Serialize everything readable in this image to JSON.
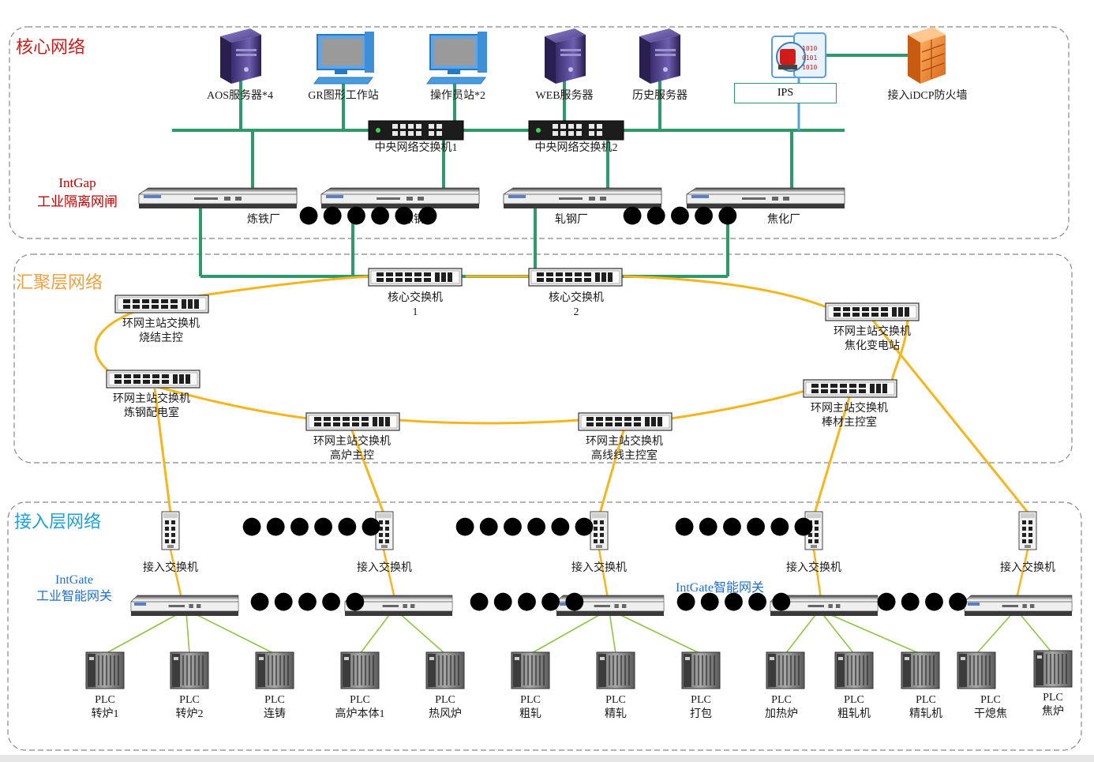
{
  "zones": {
    "core": "核心网络",
    "aggregation": "汇聚层网络",
    "access": "接入层网络"
  },
  "colors": {
    "core_title": "#d11a1a",
    "aggregation_title": "#f0a040",
    "access_title": "#1fa0d8",
    "core_bus": "#2e9a6b",
    "ring": "#f5b51c",
    "plc_links": "#8dc63f",
    "ips_link": "#5aa0e0"
  },
  "core": {
    "servers": [
      "AOS服务器*4",
      "GR图形工作站",
      "操作员站*2",
      "WEB服务器",
      "历史服务器"
    ],
    "ips": "IPS",
    "firewall": "接入iDCP防火墙",
    "central_switches": [
      "中央网络交换机1",
      "中央网络交换机2"
    ],
    "intgap_title": "IntGap",
    "intgap_subtitle": "工业隔离网闸",
    "plants": [
      "炼铁厂",
      "炼钢厂",
      "轧钢厂",
      "焦化厂"
    ]
  },
  "aggregation": {
    "core_switch_1": [
      "核心交换机",
      "1"
    ],
    "core_switch_2": [
      "核心交换机",
      "2"
    ],
    "ring_switches": [
      [
        "环网主站交换机",
        "烧结主控"
      ],
      [
        "环网主站交换机",
        "炼钢配电室"
      ],
      [
        "环网主站交换机",
        "高炉主控"
      ],
      [
        "环网主站交换机",
        "高线线主控室"
      ],
      [
        "环网主站交换机",
        "棒材主控室"
      ],
      [
        "环网主站交换机",
        "焦化变电站"
      ]
    ]
  },
  "access": {
    "access_switch_label": "接入交换机",
    "intgate_title": "IntGate",
    "intgate_subtitle": "工业智能网关",
    "intgate_mid": "IntGate智能网关",
    "plcs": [
      [
        "PLC",
        "转炉1"
      ],
      [
        "PLC",
        "转炉2"
      ],
      [
        "PLC",
        "连铸"
      ],
      [
        "PLC",
        "高炉本体1"
      ],
      [
        "PLC",
        "热风炉"
      ],
      [
        "PLC",
        "粗轧"
      ],
      [
        "PLC",
        "精轧"
      ],
      [
        "PLC",
        "打包"
      ],
      [
        "PLC",
        "加热炉"
      ],
      [
        "PLC",
        "粗轧机"
      ],
      [
        "PLC",
        "精轧机"
      ],
      [
        "PLC",
        "干熄焦"
      ],
      [
        "PLC",
        "焦炉"
      ]
    ]
  }
}
